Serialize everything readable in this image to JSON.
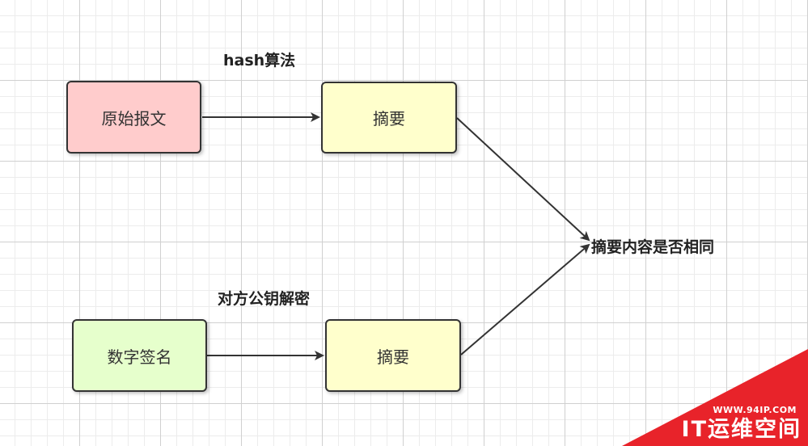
{
  "diagram": {
    "top_edge_label": "hash算法",
    "bottom_edge_label": "对方公钥解密",
    "result_label": "摘要内容是否相同",
    "nodes": {
      "original_message": {
        "label": "原始报文",
        "fill": "#ffcccc"
      },
      "digest_top": {
        "label": "摘要",
        "fill": "#ffffcc"
      },
      "digital_signature": {
        "label": "数字签名",
        "fill": "#e6ffcc"
      },
      "digest_bottom": {
        "label": "摘要",
        "fill": "#ffffcc"
      }
    },
    "stroke_color": "#333333"
  },
  "watermark": {
    "url": "WWW.94IP.COM",
    "brand": "IT运维空间",
    "color": "#e8232a"
  }
}
